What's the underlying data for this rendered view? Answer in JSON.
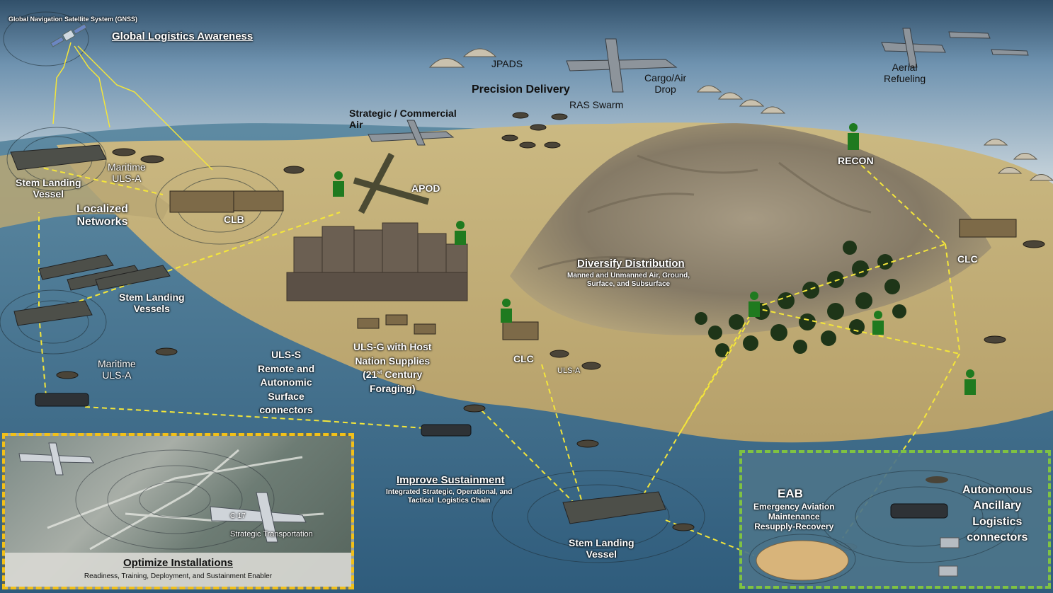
{
  "gnss": {
    "label": "Global Navigation Satellite System (GNSS)"
  },
  "headings": {
    "global_logistics": "Global Logistics Awareness",
    "localized_networks": "Localized\nNetworks",
    "precision_delivery": "Precision Delivery",
    "diversify_distribution": "Diversify Distribution",
    "diversify_distribution_sub": "Manned and Unmanned Air, Ground,\nSurface, and Subsurface",
    "improve_sustainment": "Improve Sustainment",
    "improve_sustainment_sub": "Integrated Strategic, Operational, and\nTactical  Logistics Chain",
    "optimize_installations": "Optimize Installations",
    "optimize_installations_sub": "Readiness, Training, Deployment, and Sustainment Enabler"
  },
  "labels": {
    "stem_landing_vessel_top": "Stem Landing\nVessel",
    "maritime_uls_a_top": "Maritime\nULS-A",
    "clb": "CLB",
    "apod": "APOD",
    "strategic_commercial_air": "Strategic / Commercial\nAir",
    "jpads": "JPADS",
    "ras_swarm": "RAS Swarm",
    "cargo_air_drop": "Cargo/Air\nDrop",
    "aerial_refueling": "Aerial\nRefueling",
    "recon": "RECON",
    "clc_right": "CLC",
    "stem_landing_vessels_mid": "Stem Landing\nVessels",
    "maritime_uls_a_bottom": "Maritime\nULS-A",
    "uls_s": "ULS-S\nRemote and\nAutonomic\nSurface\nconnectors",
    "uls_g_line1": "ULS-G with Host\nNation Supplies",
    "uls_g_line2_pre": "(21",
    "uls_g_sup": "st",
    "uls_g_line2_post": " Century",
    "uls_g_line3": "Foraging)",
    "clc_mid": "CLC",
    "uls_a_mid": "ULS-A",
    "stem_landing_vessel_bottom": "Stem Landing\nVessel",
    "strategic_transportation": "Strategic Transportation",
    "c17": "C-17"
  },
  "eab": {
    "title": "EAB",
    "subtitle": "Emergency Aviation\nMaintenance\nResupply-Recovery",
    "autonomous": "Autonomous\nAncillary\nLogistics\nconnectors"
  },
  "colors": {
    "link_line": "#f4e63a",
    "installations_border": "#f2c019",
    "eab_border": "#7fc242",
    "friendly_unit": "#1f7a1f",
    "sea": "#3d6c8c",
    "land": "#c7b57a"
  },
  "icons": [
    "satellite-icon",
    "soldier-icon",
    "aircraft-icon",
    "parachute-icon",
    "drone-icon",
    "landing-vessel-icon",
    "truck-icon",
    "palm-tree-icon",
    "surface-connector-icon"
  ]
}
